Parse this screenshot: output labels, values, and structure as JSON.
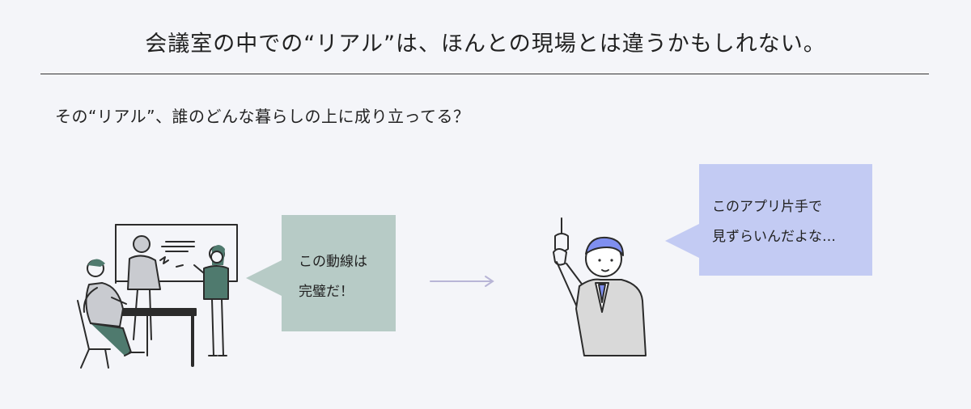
{
  "header": {
    "title": "会議室の中での“リアル”は、ほんとの現場とは違うかもしれない。",
    "subtitle": "その“リアル”、誰のどんな暮らしの上に成り立ってる？"
  },
  "meeting_bubble": {
    "lines": [
      "この動線は",
      "完璧だ！"
    ],
    "color": "#b7cbc6"
  },
  "commuter_bubble": {
    "lines": [
      "このアプリ片手で",
      "見ずらいんだよな…"
    ],
    "color": "#c3cbf3"
  },
  "colors": {
    "background": "#f4f5f9",
    "green_accent": "#4f7a6e",
    "blue_accent": "#7f8ff0",
    "arrow": "#b8b5d6",
    "suit": "#d9d9d9"
  }
}
